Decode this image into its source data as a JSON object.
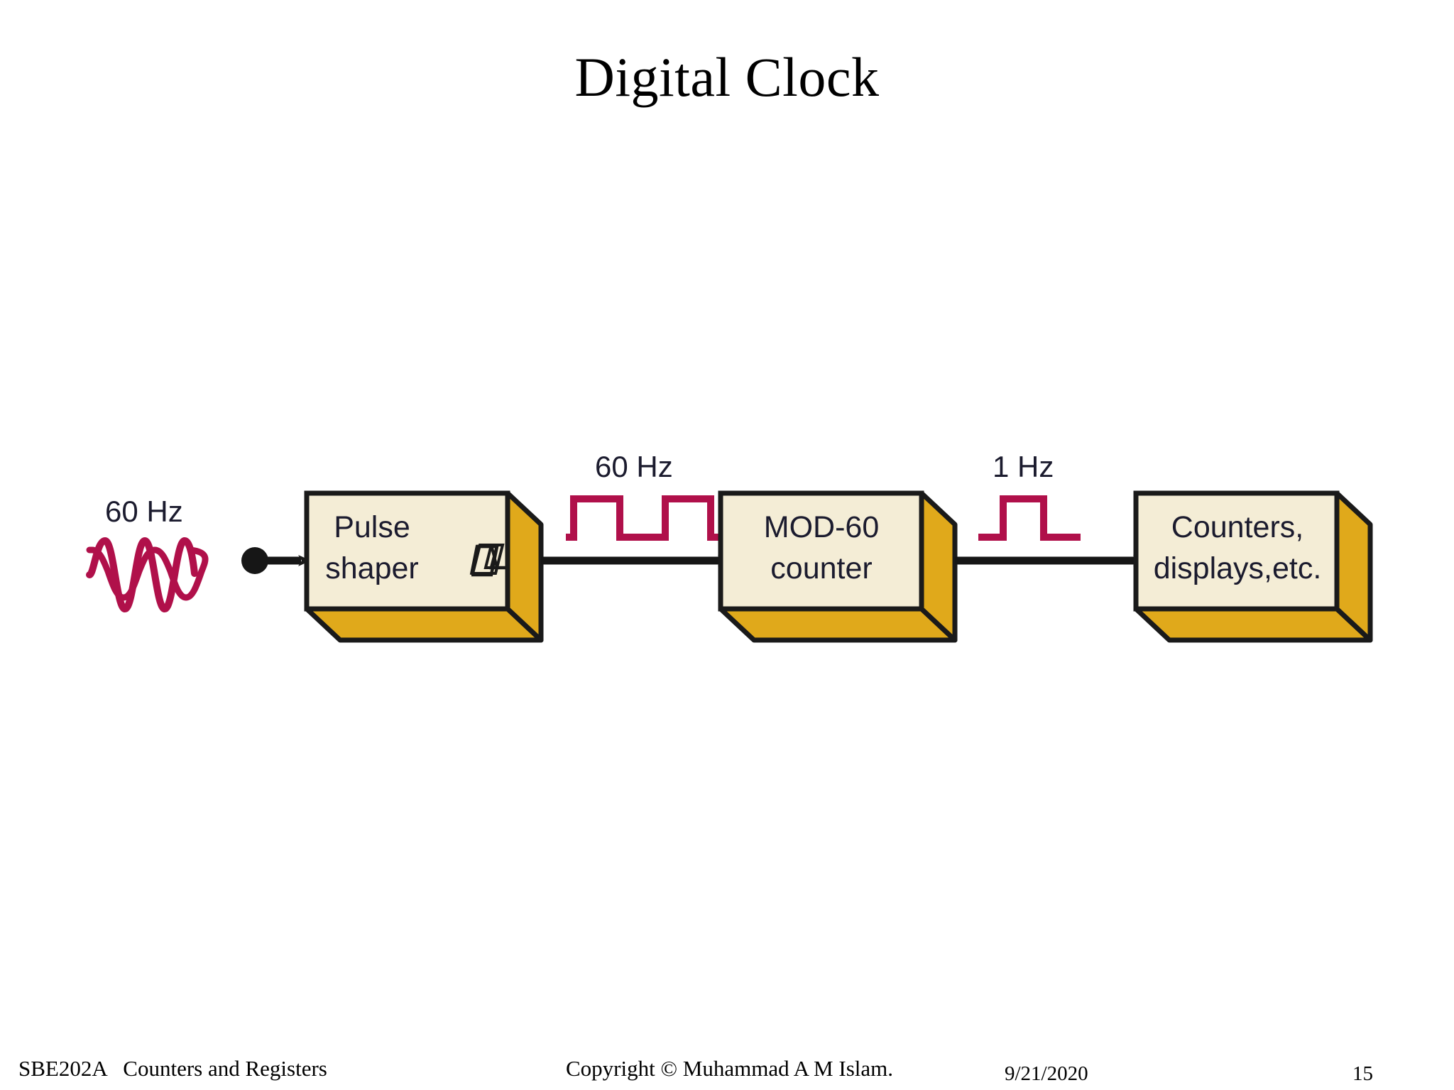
{
  "slide": {
    "title": "Digital Clock",
    "page_number": "15"
  },
  "diagram": {
    "input_label": "60 Hz",
    "input_waveform": "sine-wave",
    "input_terminal": "black-dot-arrow",
    "blocks": [
      {
        "id": "pulse-shaper",
        "line1": "Pulse",
        "line2": "shaper",
        "symbol": "pulse-symbol"
      },
      {
        "id": "mod-60-counter",
        "line1": "MOD-60",
        "line2": "counter",
        "symbol": ""
      },
      {
        "id": "counters-displays",
        "line1": "Counters,",
        "line2": "displays,etc.",
        "symbol": ""
      }
    ],
    "signals": [
      {
        "id": "signal-60hz",
        "label": "60 Hz",
        "waveform": "square-pulse-train",
        "pulses": 2
      },
      {
        "id": "signal-1hz",
        "label": "1 Hz",
        "waveform": "square-pulse-train",
        "pulses": 1
      }
    ],
    "colors": {
      "waveform": "#B0104A",
      "block_face": "#F4EDD6",
      "block_side": "#E0A91B",
      "block_outline": "#1A1A1A",
      "wire": "#1A1A1A",
      "label_text": "#1B1B2E"
    }
  },
  "footer": {
    "course": "SBE202A   Counters and Registers",
    "copyright": "Copyright © Muhammad A M Islam.",
    "date": "9/21/2020"
  }
}
